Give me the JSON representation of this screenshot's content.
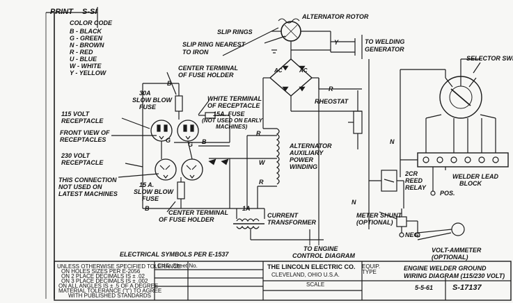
{
  "header": {
    "print_label": "PRINT",
    "sheet_code": "S-SI",
    "color_code_title": "COLOR CODE"
  },
  "color_code": [
    {
      "code": "B",
      "name": "BLACK"
    },
    {
      "code": "G",
      "name": "GREEN"
    },
    {
      "code": "N",
      "name": "BROWN"
    },
    {
      "code": "R",
      "name": "RED"
    },
    {
      "code": "U",
      "name": "BLUE"
    },
    {
      "code": "W",
      "name": "WHITE"
    },
    {
      "code": "Y",
      "name": "YELLOW"
    }
  ],
  "labels": {
    "alternator_rotor": "ALTERNATOR ROTOR",
    "slip_rings": "SLIP RINGS",
    "slip_ring_nearest": "SLIP RING NEAREST",
    "to_iron": "TO IRON",
    "to_welding": "TO WELDING",
    "generator": "GENERATOR",
    "selector_switch": "SELECTOR SWITCH",
    "center_terminal_top_1": "CENTER TERMINAL",
    "center_terminal_top_2": "OF FUSE HOLDER",
    "fuse_30a_1": "30A",
    "fuse_30a_2": "SLOW BLOW",
    "fuse_30a_3": "FUSE",
    "white_terminal_1": "WHITE TERMINAL",
    "white_terminal_2": "OF RECEPTACLE",
    "fuse_15a": "15A. FUSE",
    "not_used_1": "(NOT USED ON EARLY",
    "not_used_2": "MACHINES)",
    "receptacle_115_1": "115 VOLT",
    "receptacle_115_2": "RECEPTACLE",
    "front_view_1": "FRONT VIEW OF",
    "front_view_2": "RECEPTACLES",
    "receptacle_230_1": "230 VOLT",
    "receptacle_230_2": "RECEPTACLE",
    "this_connection_1": "THIS CONNECTION",
    "this_connection_2": "NOT USED ON",
    "this_connection_3": "LATEST MACHINES",
    "fuse_15a_sb_1": "15 A.",
    "fuse_15a_sb_2": "SLOW BLOW",
    "fuse_15a_sb_3": "FUSE",
    "rheostat": "RHEOSTAT",
    "alt_aux_1": "ALTERNATOR",
    "alt_aux_2": "AUXILIARY",
    "alt_aux_3": "POWER",
    "alt_aux_4": "WINDING",
    "welder_lead_1": "WELDER LEAD",
    "welder_lead_2": "BLOCK",
    "pos": "POS.",
    "neg": "NEG.",
    "relay_1": "2CR",
    "relay_2": "REED",
    "relay_3": "RELAY",
    "meter_shunt_1": "METER SHUNT",
    "meter_shunt_2": "(OPTIONAL)",
    "current_tf_1": "CURRENT",
    "current_tf_2": "TRANSFORMER",
    "center_terminal_bot_1": "CENTER TERMINAL",
    "center_terminal_bot_2": "OF FUSE HOLDER",
    "one_a": "1A",
    "to_engine_1": "TO ENGINE",
    "to_engine_2": "CONTROL DIAGRAM",
    "volt_ammeter_1": "VOLT-AMMETER",
    "volt_ammeter_2": "(OPTIONAL)",
    "electrical_symbols": "ELECTRICAL SYMBOLS PER E-1537",
    "wire_B": "B",
    "wire_G": "G",
    "wire_W": "W",
    "wire_R": "R",
    "wire_N": "N",
    "wire_Y": "Y",
    "ac1": "AC",
    "ac2": "AC"
  },
  "title_block": {
    "tolerance_1": "UNLESS OTHERWISE SPECIFIED TOLERANCE",
    "tolerance_2": "ON HOLES SIZES PER E-2056",
    "tolerance_3": "ON 2 PLACE DECIMALS IS ± .02",
    "tolerance_4": "ON 3 PLACE DECIMALS IS ± .002",
    "tolerance_5": "ON ALL ANGLES IS ± .5 OF A DEGREE",
    "tolerance_6": "MATERIAL TOLERANCE (\"t\") TO AGREE",
    "tolerance_7": "WITH PUBLISHED STANDARDS",
    "chg_label": "CHG. Sheet No.",
    "company": "THE LINCOLN ELECTRIC CO.",
    "equip": "EQUIP.",
    "type": "TYPE",
    "city": "CLEVELAND, OHIO U.S.A.",
    "scale": "SCALE",
    "title_1": "ENGINE WELDER GROUND",
    "title_2": "WIRING DIAGRAM (115/230 VOLT)",
    "drawing_number": "S-17137",
    "date_ref": "5-5-61"
  }
}
